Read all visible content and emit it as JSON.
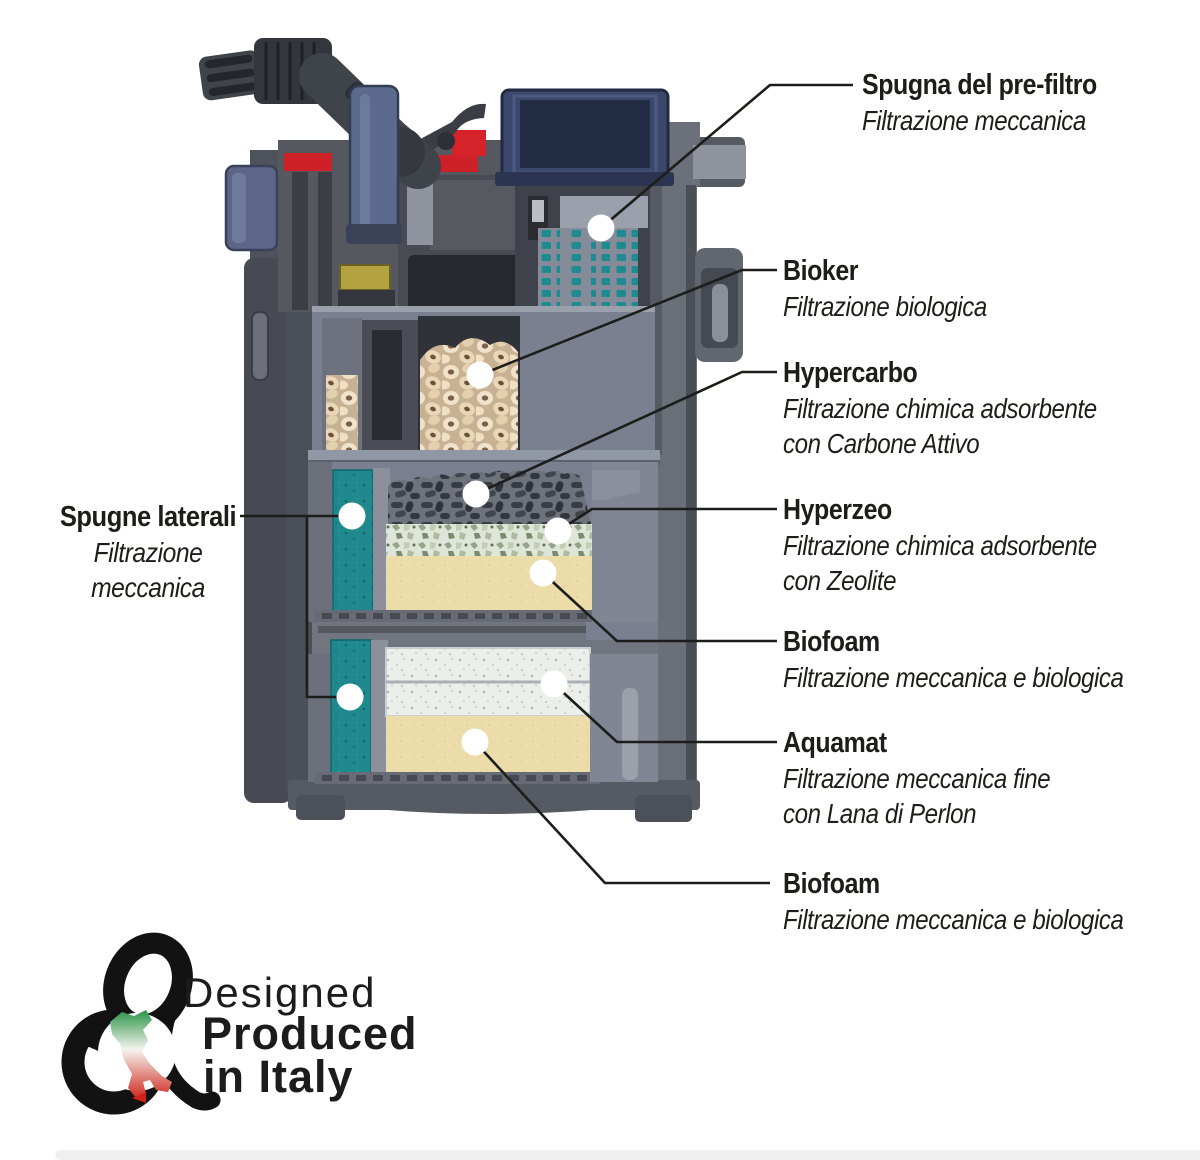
{
  "callouts": [
    {
      "title": "Spugna del pre-filtro",
      "sub1": "Filtrazione meccanica",
      "sub2": ""
    },
    {
      "title": "Bioker",
      "sub1": "Filtrazione biologica",
      "sub2": ""
    },
    {
      "title": "Hypercarbo",
      "sub1": "Filtrazione chimica adsorbente",
      "sub2": "con Carbone Attivo"
    },
    {
      "title": "Hyperzeo",
      "sub1": "Filtrazione chimica adsorbente",
      "sub2": "con Zeolite"
    },
    {
      "title": "Biofoam",
      "sub1": "Filtrazione meccanica e biologica",
      "sub2": ""
    },
    {
      "title": "Aquamat",
      "sub1": "Filtrazione meccanica fine",
      "sub2": "con Lana di Perlon"
    },
    {
      "title": "Biofoam",
      "sub1": "Filtrazione meccanica e biologica",
      "sub2": ""
    }
  ],
  "side_callout": {
    "title": "Spugne laterali",
    "sub1": "Filtrazione",
    "sub2": "meccanica"
  },
  "logo": {
    "line1": "Designed",
    "line2": "Produced",
    "line3": "in Italy"
  },
  "colors": {
    "teal_sponge": "#1f898e",
    "prefilter_navy": "#2c3650",
    "ceramic_beige": "#eadcbd",
    "carbon_dark": "#383c44",
    "zeolite_green": "#aebb9f",
    "foam_beige": "#ecdcaa",
    "perlon_white": "#eceee9",
    "accent_red": "#ce2127",
    "body_gray": "#6e727b",
    "leader_black": "#1d1d1b",
    "italy_green": "#1f8f3e",
    "italy_red": "#cf2218"
  }
}
